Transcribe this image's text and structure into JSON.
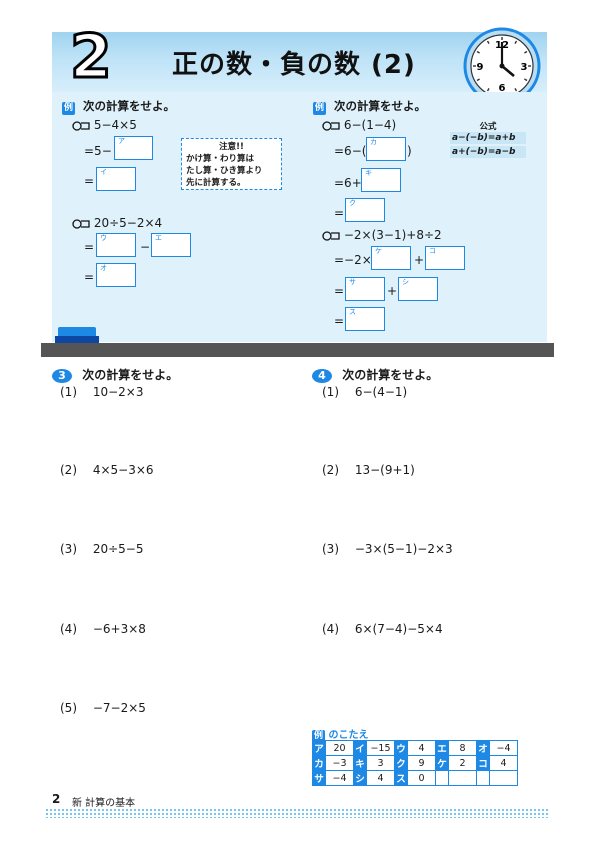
{
  "header": {
    "chapter_number": "2",
    "chapter_title": "正の数・負の数 (2)",
    "clock_numbers": [
      "12",
      "3",
      "6",
      "9"
    ]
  },
  "examples": {
    "left": {
      "badge": "例",
      "instruction": "次の計算をせよ。",
      "p1": {
        "expr": "5−4×5",
        "line1": "=5−",
        "line2": "="
      },
      "caution": {
        "title": "注意!!",
        "lines": [
          "かけ算・わり算は",
          "たし算・ひき算より",
          "先に計算する。"
        ]
      },
      "p2": {
        "expr": "20÷5−2×4",
        "line1": "=",
        "minus": "−",
        "line2": "="
      },
      "box_labels": {
        "a": "ア",
        "i": "イ",
        "u": "ウ",
        "e": "エ",
        "o": "オ"
      }
    },
    "right": {
      "badge": "例",
      "instruction": "次の計算をせよ。",
      "formula": {
        "title": "公式",
        "f1": "a−(−b)=a+b",
        "f2": "a+(−b)=a−b"
      },
      "p1": {
        "expr": "6−(1−4)",
        "line1": "=6−(",
        "close": ")",
        "line2": "=6+",
        "line3": "="
      },
      "p2": {
        "expr": "−2×(3−1)+8÷2",
        "line1": "=−2×",
        "plus1": "+",
        "line2": "=",
        "plus2": "+",
        "line3": "="
      },
      "box_labels": {
        "ka": "カ",
        "ki": "キ",
        "ku": "ク",
        "ke": "ケ",
        "ko": "コ",
        "sa": "サ",
        "shi": "シ",
        "su": "ス"
      }
    }
  },
  "section3": {
    "number": "3",
    "instruction": "次の計算をせよ。",
    "problems": [
      {
        "label": "(1)",
        "expr": "10−2×3"
      },
      {
        "label": "(2)",
        "expr": "4×5−3×6"
      },
      {
        "label": "(3)",
        "expr": "20÷5−5"
      },
      {
        "label": "(4)",
        "expr": "−6+3×8"
      },
      {
        "label": "(5)",
        "expr": "−7−2×5"
      }
    ]
  },
  "section4": {
    "number": "4",
    "instruction": "次の計算をせよ。",
    "problems": [
      {
        "label": "(1)",
        "expr": "6−(4−1)"
      },
      {
        "label": "(2)",
        "expr": "13−(9+1)"
      },
      {
        "label": "(3)",
        "expr": "−3×(5−1)−2×3"
      },
      {
        "label": "(4)",
        "expr": "6×(7−4)−5×4"
      }
    ]
  },
  "answers": {
    "badge": "例",
    "title": "のこたえ",
    "rows": [
      [
        [
          "ア",
          "20"
        ],
        [
          "イ",
          "−15"
        ],
        [
          "ウ",
          "4"
        ],
        [
          "エ",
          "8"
        ],
        [
          "オ",
          "−4"
        ]
      ],
      [
        [
          "カ",
          "−3"
        ],
        [
          "キ",
          "3"
        ],
        [
          "ク",
          "9"
        ],
        [
          "ケ",
          "2"
        ],
        [
          "コ",
          "4"
        ]
      ],
      [
        [
          "サ",
          "−4"
        ],
        [
          "シ",
          "4"
        ],
        [
          "ス",
          "0"
        ]
      ]
    ]
  },
  "footer": {
    "page_number": "2",
    "text": "新 計算の基本"
  }
}
